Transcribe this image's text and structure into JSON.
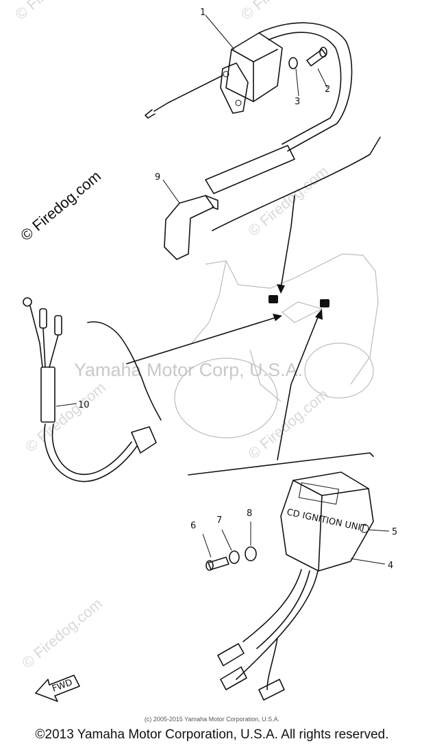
{
  "watermarks": {
    "firedog": "© Firedog.com",
    "yamaha": "Yamaha Motor Corp, U.S.A."
  },
  "callouts": {
    "c1": "1",
    "c2": "2",
    "c3": "3",
    "c4": "4",
    "c5": "5",
    "c6": "6",
    "c7": "7",
    "c8": "8",
    "c9": "9",
    "c10": "10"
  },
  "part_labels": {
    "unit_label": "CD IGNITION UNIT",
    "fwd": "FWD"
  },
  "credits": {
    "small": "(c) 2005-2015 Yamaha Motor Corporation, U.S.A.",
    "footer": "©2013 Yamaha Motor Corporation, U.S.A. All rights reserved."
  }
}
